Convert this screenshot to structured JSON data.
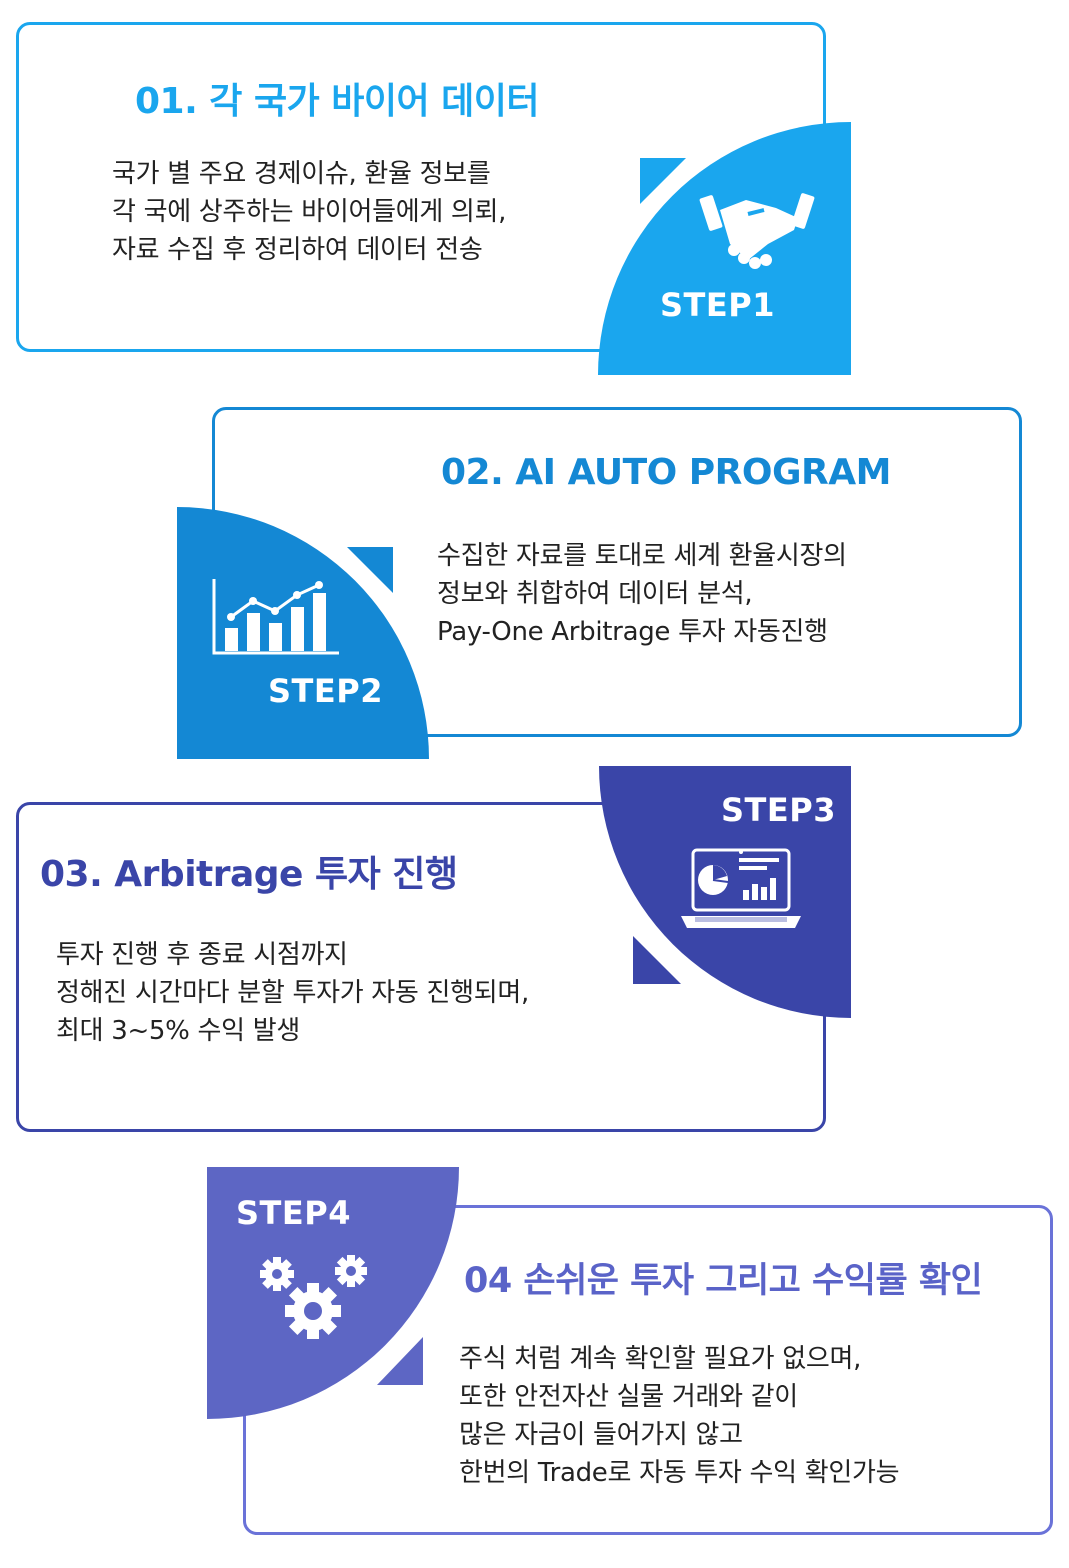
{
  "steps": [
    {
      "step_label": "STEP1",
      "title": "01. 각 국가 바이어 데이터",
      "lines": [
        "국가 별 주요 경제이슈, 환율 정보를",
        "각 국에 상주하는 바이어들에게 의뢰,",
        "자료 수집 후 정리하여 데이터 전송"
      ],
      "icon": "handshake-icon",
      "color": "#1aa6ee"
    },
    {
      "step_label": "STEP2",
      "title": "02. AI AUTO PROGRAM",
      "lines": [
        "수집한 자료를 토대로 세계 환율시장의",
        "정보와 취합하여 데이터 분석,",
        "Pay-One Arbitrage 투자 자동진행"
      ],
      "icon": "bar-chart-icon",
      "color": "#1488d4"
    },
    {
      "step_label": "STEP3",
      "title": "03. Arbitrage 투자 진행",
      "lines": [
        "투자 진행 후 종료 시점까지",
        "정해진 시간마다 분할 투자가 자동 진행되며,",
        "최대 3~5% 수익 발생"
      ],
      "icon": "laptop-chart-icon",
      "color": "#3a45a8"
    },
    {
      "step_label": "STEP4",
      "title": "04 손쉬운 투자 그리고 수익률 확인",
      "lines": [
        "주식 처럼 계속 확인할 필요가 없으며,",
        "또한 안전자산 실물 거래와 같이",
        "많은 자금이 들어가지 않고",
        "한번의 Trade로 자동 투자 수익 확인가능"
      ],
      "icon": "gears-icon",
      "color": "#5d66c4"
    }
  ]
}
